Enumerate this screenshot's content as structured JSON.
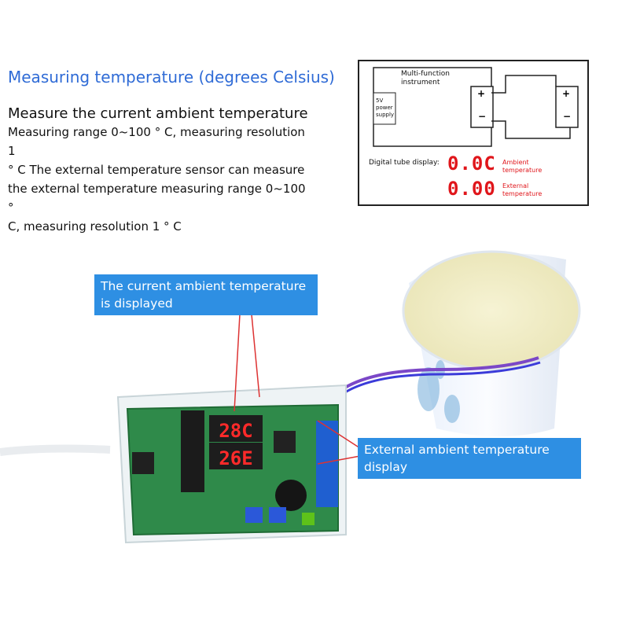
{
  "title": "Measuring temperature (degrees Celsius)",
  "heading": "Measure the current ambient temperature",
  "description_lines": [
    "Measuring range 0~100 ° C, measuring resolution 1",
    "° C The external temperature sensor can measure",
    "the external temperature measuring range 0~100 °",
    "C, measuring resolution 1 ° C"
  ],
  "diagram": {
    "instrument_label_1": "Multi-function",
    "instrument_label_2": "instrument",
    "supply_1": "5V",
    "supply_2": "power",
    "supply_3": "supply",
    "plus": "+",
    "minus": "−",
    "digital_tube_label": "Digital tube display:",
    "ambient_value": "0.0C",
    "ambient_label_1": "Ambient",
    "ambient_label_2": "temperature",
    "external_value": "0.00",
    "external_label_1": "External",
    "external_label_2": "temperature"
  },
  "callouts": {
    "ambient_1": "The current ambient temperature",
    "ambient_2": "is displayed",
    "external_1": "External ambient temperature",
    "external_2": "display"
  },
  "board": {
    "display_top": "28C",
    "display_bottom": "26E"
  },
  "colors": {
    "title_blue": "#2f6bd6",
    "callout_blue": "#2e8fe3",
    "led_red": "#e0161b",
    "pcb_green": "#2f8a4a"
  }
}
